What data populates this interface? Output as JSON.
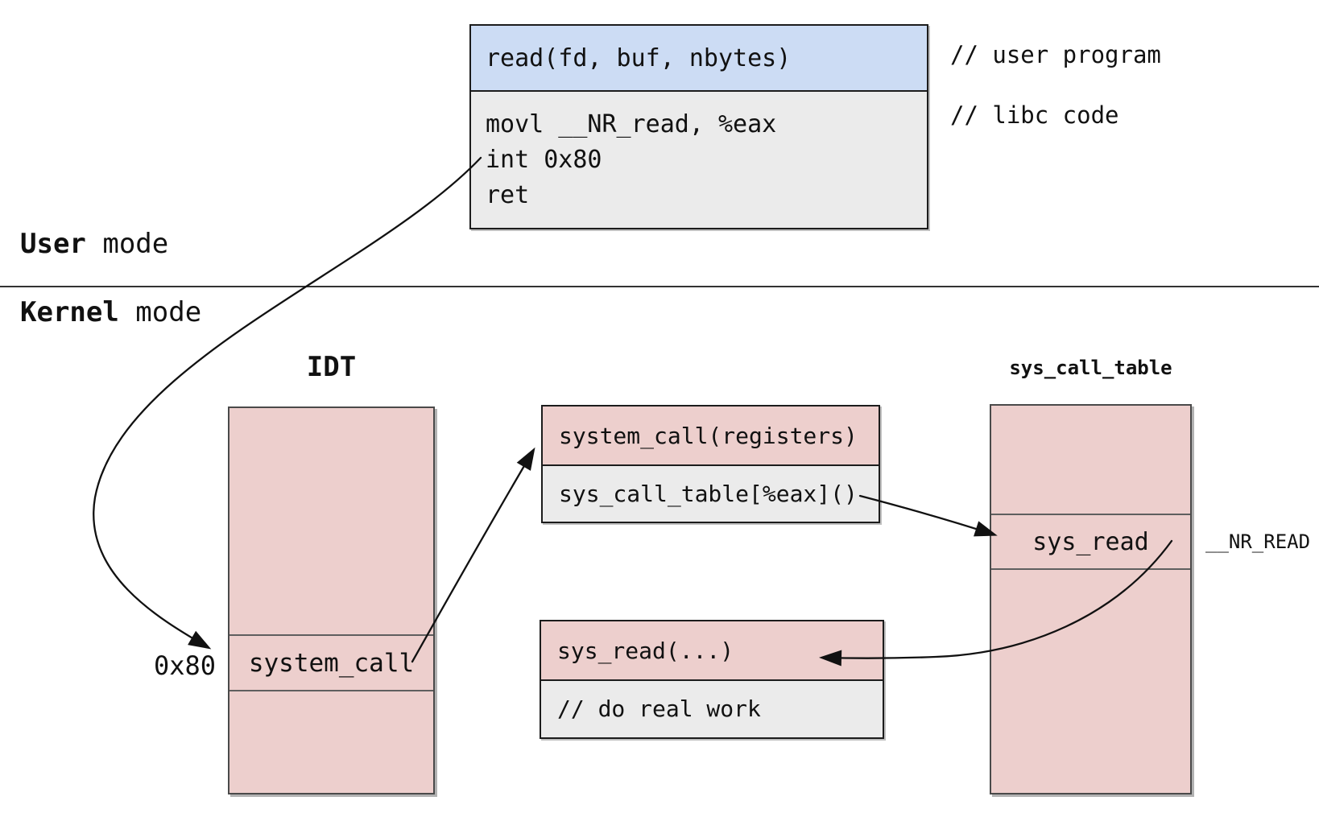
{
  "colors": {
    "header_blue": "#ccdcf4",
    "cell_pink": "#edcfcd",
    "body_gray": "#ebebeb",
    "line": "#111111"
  },
  "user_box": {
    "header": "read(fd, buf, nbytes)",
    "code_lines": [
      "movl __NR_read, %eax",
      "int 0x80",
      "ret"
    ]
  },
  "annotations": {
    "user_program": "// user program",
    "libc_code": "// libc code",
    "interrupt_vector": "0x80",
    "syscall_number": "__NR_READ"
  },
  "modes": {
    "user_bold": "User",
    "user_rest": " mode",
    "kernel_bold": "Kernel",
    "kernel_rest": " mode"
  },
  "idt": {
    "title": "IDT",
    "entry": "system_call"
  },
  "system_call_box": {
    "header": "system_call(registers)",
    "body": "sys_call_table[%eax]()"
  },
  "sys_read_box": {
    "header": "sys_read(...)",
    "body": "// do real work"
  },
  "sys_call_table": {
    "title": "sys_call_table",
    "entry": "sys_read"
  }
}
